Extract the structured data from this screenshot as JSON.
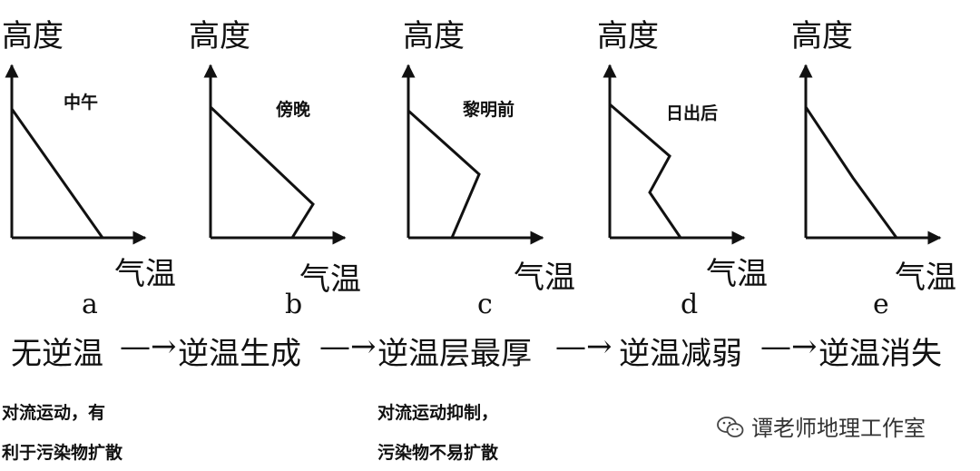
{
  "panels": [
    {
      "letter": "a",
      "time": "中午",
      "y_axis": "高度",
      "x_axis": "气温"
    },
    {
      "letter": "b",
      "time": "傍晚",
      "y_axis": "高度",
      "x_axis": "气温"
    },
    {
      "letter": "c",
      "time": "黎明前",
      "y_axis": "高度",
      "x_axis": "气温"
    },
    {
      "letter": "d",
      "time": "日出后",
      "y_axis": "高度",
      "x_axis": "气温"
    },
    {
      "letter": "e",
      "time": "",
      "y_axis": "高度",
      "x_axis": "气温"
    }
  ],
  "stages": [
    "无逆温",
    "逆温生成",
    "逆温层最厚",
    "逆温减弱",
    "逆温消失"
  ],
  "arrow": "—→",
  "notes": {
    "left_line1": "对流运动，有",
    "left_line2": "利于污染物扩散",
    "mid_line1": "对流运动抑制，",
    "mid_line2": "污染物不易扩散"
  },
  "watermark": "谭老师地理工作室"
}
